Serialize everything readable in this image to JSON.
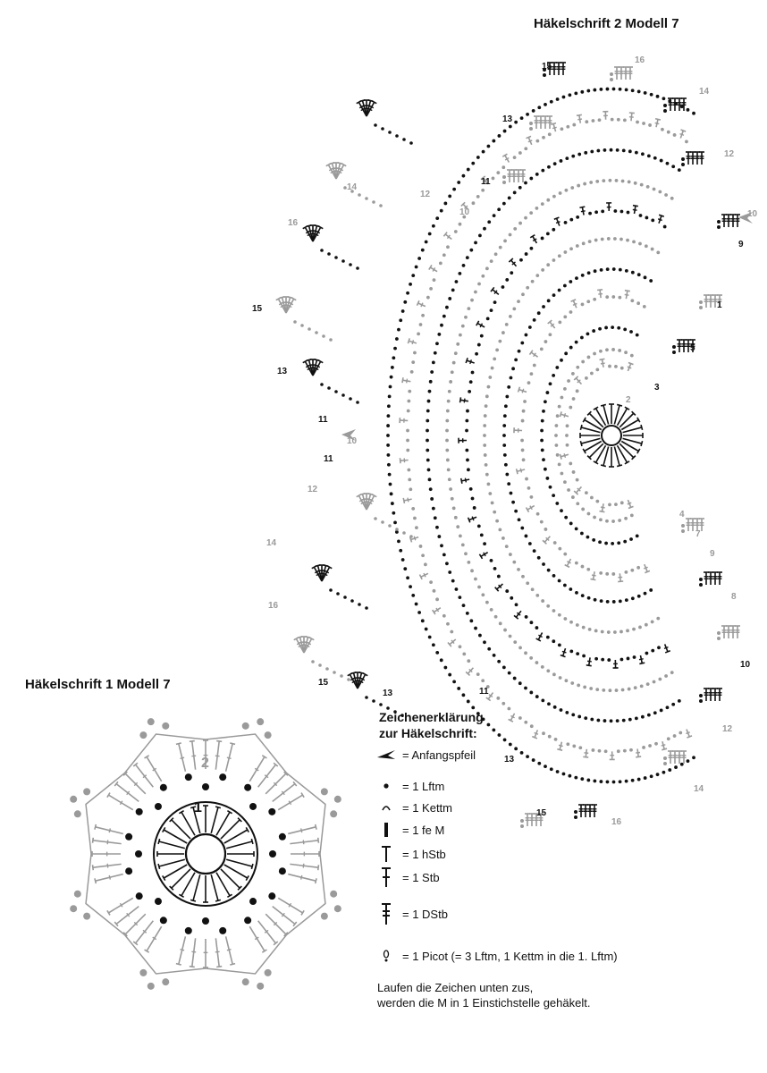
{
  "diagram2": {
    "title": "Häkelschrift 2 Modell 7",
    "rounds_upper_left": [
      "16",
      "15",
      "14",
      "13",
      "12",
      "11",
      "10"
    ],
    "rounds_lower_left": [
      "10",
      "11",
      "12",
      "13",
      "14",
      "15",
      "16"
    ],
    "rounds_right_upper": [
      "15",
      "16",
      "14",
      "13",
      "12",
      "11",
      "10",
      "9",
      "1",
      "5",
      "3",
      "2"
    ],
    "rounds_right_lower": [
      "4",
      "7",
      "9",
      "8",
      "10",
      "11",
      "12",
      "13",
      "14",
      "15",
      "16"
    ]
  },
  "diagram1": {
    "title": "Häkelschrift 1 Modell 7",
    "rounds": [
      "1",
      "2"
    ]
  },
  "legend": {
    "heading_line1": "Zeichenerklärung",
    "heading_line2": "zur Häkelschrift:",
    "items": [
      {
        "icon": "start-arrow-icon",
        "label": "= Anfangspfeil"
      },
      {
        "icon": "chain-stitch-icon",
        "label": "= 1 Lftm"
      },
      {
        "icon": "slip-stitch-icon",
        "label": "= 1 Kettm"
      },
      {
        "icon": "single-crochet-icon",
        "label": "= 1 fe M"
      },
      {
        "icon": "half-double-crochet-icon",
        "label": "= 1 hStb"
      },
      {
        "icon": "double-crochet-icon",
        "label": "= 1 Stb"
      },
      {
        "icon": "treble-crochet-icon",
        "label": "= 1 DStb"
      },
      {
        "icon": "picot-icon",
        "label": "= 1 Picot (= 3 Lftm, 1 Kettm in die 1. Lftm)"
      }
    ],
    "note_line1": "Laufen die Zeichen unten zus,",
    "note_line2": "werden die M in 1 Einstichstelle gehäkelt."
  },
  "colors": {
    "dark": "#111111",
    "grey": "#9a9a9a"
  }
}
